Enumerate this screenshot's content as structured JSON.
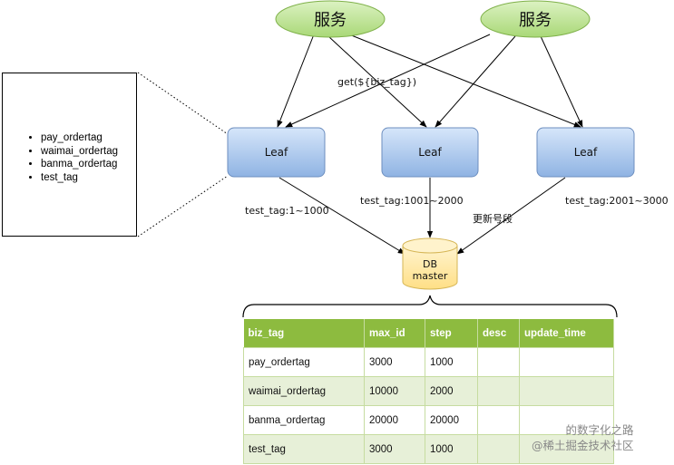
{
  "services": [
    {
      "label": "服务"
    },
    {
      "label": "服务"
    }
  ],
  "request_label": "get(${biz_tag})",
  "leaves": [
    {
      "label": "Leaf",
      "range": "test_tag:1~1000"
    },
    {
      "label": "Leaf",
      "range": "test_tag:1001~2000"
    },
    {
      "label": "Leaf",
      "range": "test_tag:2001~3000"
    }
  ],
  "update_label": "更新号段",
  "db": {
    "line1": "DB",
    "line2": "master"
  },
  "tags": [
    "pay_ordertag",
    "waimai_ordertag",
    "banma_ordertag",
    "test_tag"
  ],
  "table": {
    "headers": [
      "biz_tag",
      "max_id",
      "step",
      "desc",
      "update_time"
    ],
    "rows": [
      [
        "pay_ordertag",
        "3000",
        "1000",
        "",
        ""
      ],
      [
        "waimai_ordertag",
        "10000",
        "2000",
        "",
        ""
      ],
      [
        "banma_ordertag",
        "20000",
        "20000",
        "",
        ""
      ],
      [
        "test_tag",
        "3000",
        "1000",
        "",
        ""
      ]
    ]
  },
  "watermark": {
    "line1": "的数字化之路",
    "line2": "@稀土掘金技术社区"
  },
  "colors": {
    "service_fill": "#b9e08b",
    "leaf_fill": "#a9c8ee",
    "db_fill": "#ffe9a8",
    "table_header": "#8dbb3f",
    "table_alt_row": "#e7f0d8"
  }
}
